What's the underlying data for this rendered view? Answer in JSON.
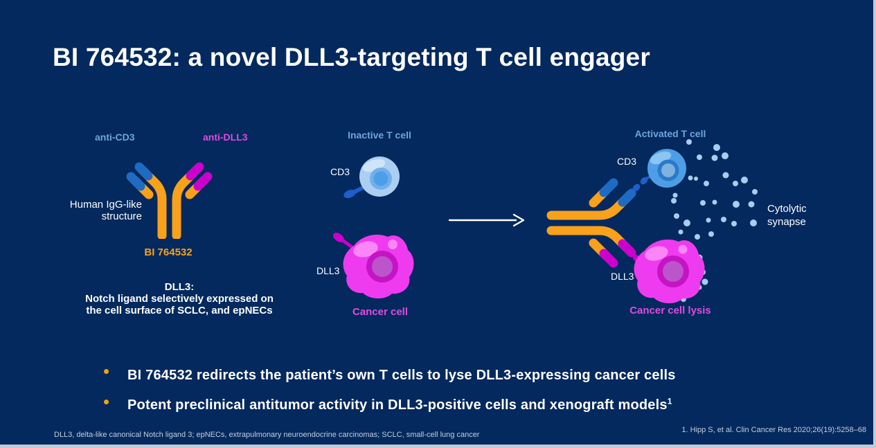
{
  "colors": {
    "background": "#03295E",
    "title_text": "#FFFFFF",
    "tcell_label_blue": "#6EA6DC",
    "magenta_label": "#E04BE0",
    "antibody_orange": "#F9A11B",
    "anti_cd3_blue": "#1E6BC4",
    "anti_dll3_magenta": "#CC00CC",
    "receptor_blue": "#1E5FC9",
    "tcell_inactive_body": "#ABCEF1",
    "tcell_active_body": "#4D9EE6",
    "cancer_body": "#EF3BEF",
    "granule_dots": "#A9CDF0",
    "bullet_dot": "#F0A500",
    "footer_text": "#C5CEDC"
  },
  "slide": {
    "title": "BI 764532: a novel DLL3-targeting T cell engager",
    "left": {
      "anti_cd3": "anti-CD3",
      "anti_dll3": "anti-DLL3",
      "igg_line1": "Human IgG-like",
      "igg_line2": "structure",
      "drug_name": "BI 764532",
      "note_line1": "DLL3:",
      "note_line2": "Notch ligand selectively expressed on",
      "note_line3": "the cell surface of SCLC, and epNECs"
    },
    "middle": {
      "heading": "Inactive T cell",
      "cd3": "CD3",
      "dll3": "DLL3",
      "cancer": "Cancer cell"
    },
    "right": {
      "heading": "Activated T cell",
      "cd3": "CD3",
      "dll3": "DLL3",
      "lysis": "Cancer cell lysis",
      "synapse_line1": "Cytolytic",
      "synapse_line2": "synapse"
    },
    "bullets": [
      {
        "text": "BI 764532 redirects the patient’s own T cells to lyse DLL3-expressing cancer cells",
        "sup": ""
      },
      {
        "text": "Potent preclinical antitumor activity in DLL3-positive cells and xenograft models",
        "sup": "1"
      }
    ],
    "footnote": "DLL3, delta-like canonical Notch ligand 3; epNECs, extrapulmonary neuroendocrine carcinomas; SCLC, small-cell lung cancer",
    "reference": "1. Hipp S, et al. Clin Cancer Res 2020;26(19):5258–68"
  }
}
